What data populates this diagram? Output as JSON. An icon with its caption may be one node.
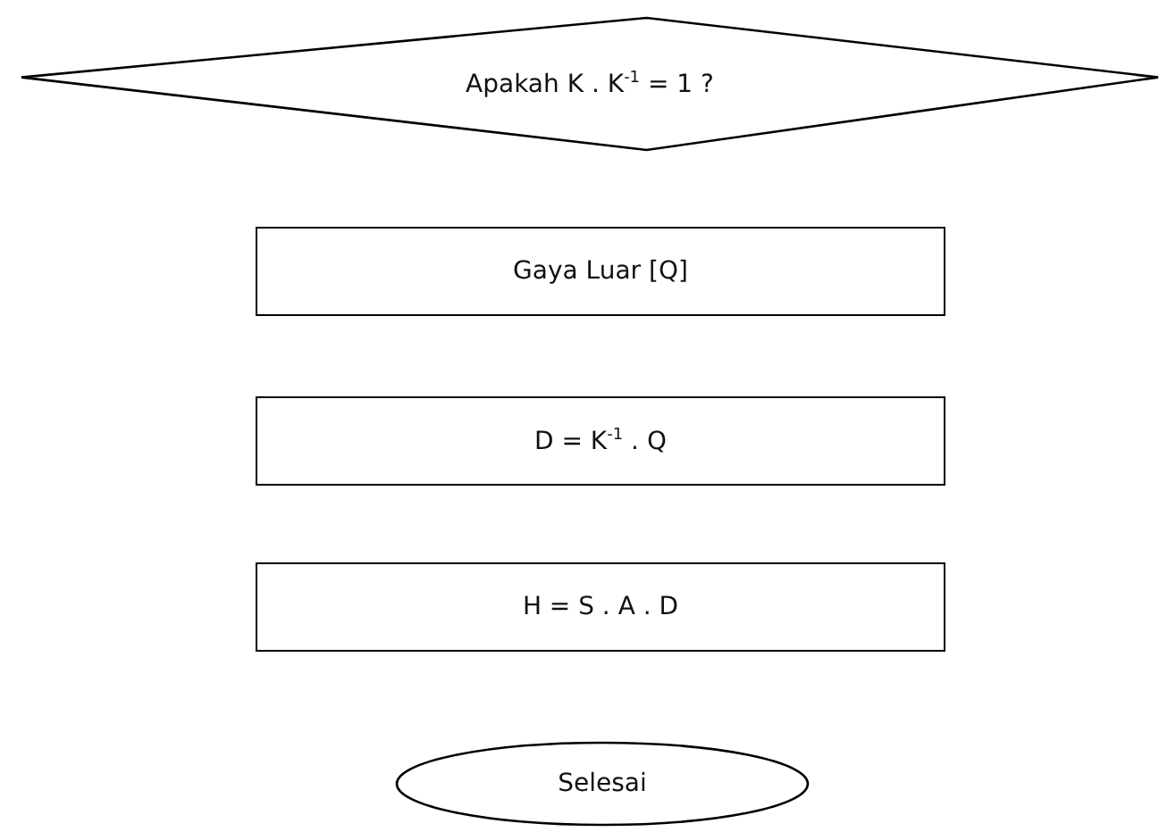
{
  "diagram": {
    "nodes": [
      {
        "text": [
          "Apakah K . K$^{-1}$ = 1 ?"
        ]
      },
      {
        "text": [
          "Gaya Luar [Q]"
        ]
      },
      {
        "text": [
          "D = K$^{-1}$ . Q"
        ]
      },
      {
        "text": [
          "H = S . A . D"
        ]
      },
      {
        "text": [
          "Selesai"
        ]
      }
    ]
  }
}
